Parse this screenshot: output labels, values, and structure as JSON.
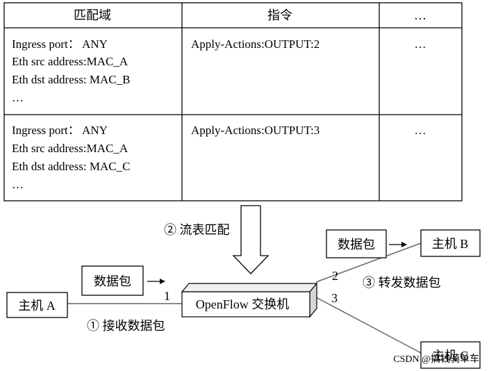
{
  "table": {
    "headers": [
      "匹配域",
      "指令",
      "…"
    ],
    "rows": [
      {
        "match": [
          "Ingress port： ANY",
          "Eth src address:MAC_A",
          "Eth dst address: MAC_B",
          "…"
        ],
        "instruction": "Apply-Actions:OUTPUT:2",
        "more": "…"
      },
      {
        "match": [
          "Ingress port： ANY",
          "Eth src address:MAC_A",
          "Eth dst address: MAC_C",
          "…"
        ],
        "instruction": "Apply-Actions:OUTPUT:3",
        "more": "…"
      }
    ]
  },
  "flow": {
    "flow_match_label": "② 流表匹配",
    "receive_label": "① 接收数据包",
    "forward_label": "③ 转发数据包",
    "packet_label_left": "数据包",
    "packet_label_right": "数据包",
    "switch_label": "OpenFlow 交换机",
    "host_a": "主机 A",
    "host_b": "主机 B",
    "host_c": "主机 C",
    "port_1": "1",
    "port_2": "2",
    "port_3": "3"
  },
  "watermark": "CSDN @搞钱骑单车"
}
